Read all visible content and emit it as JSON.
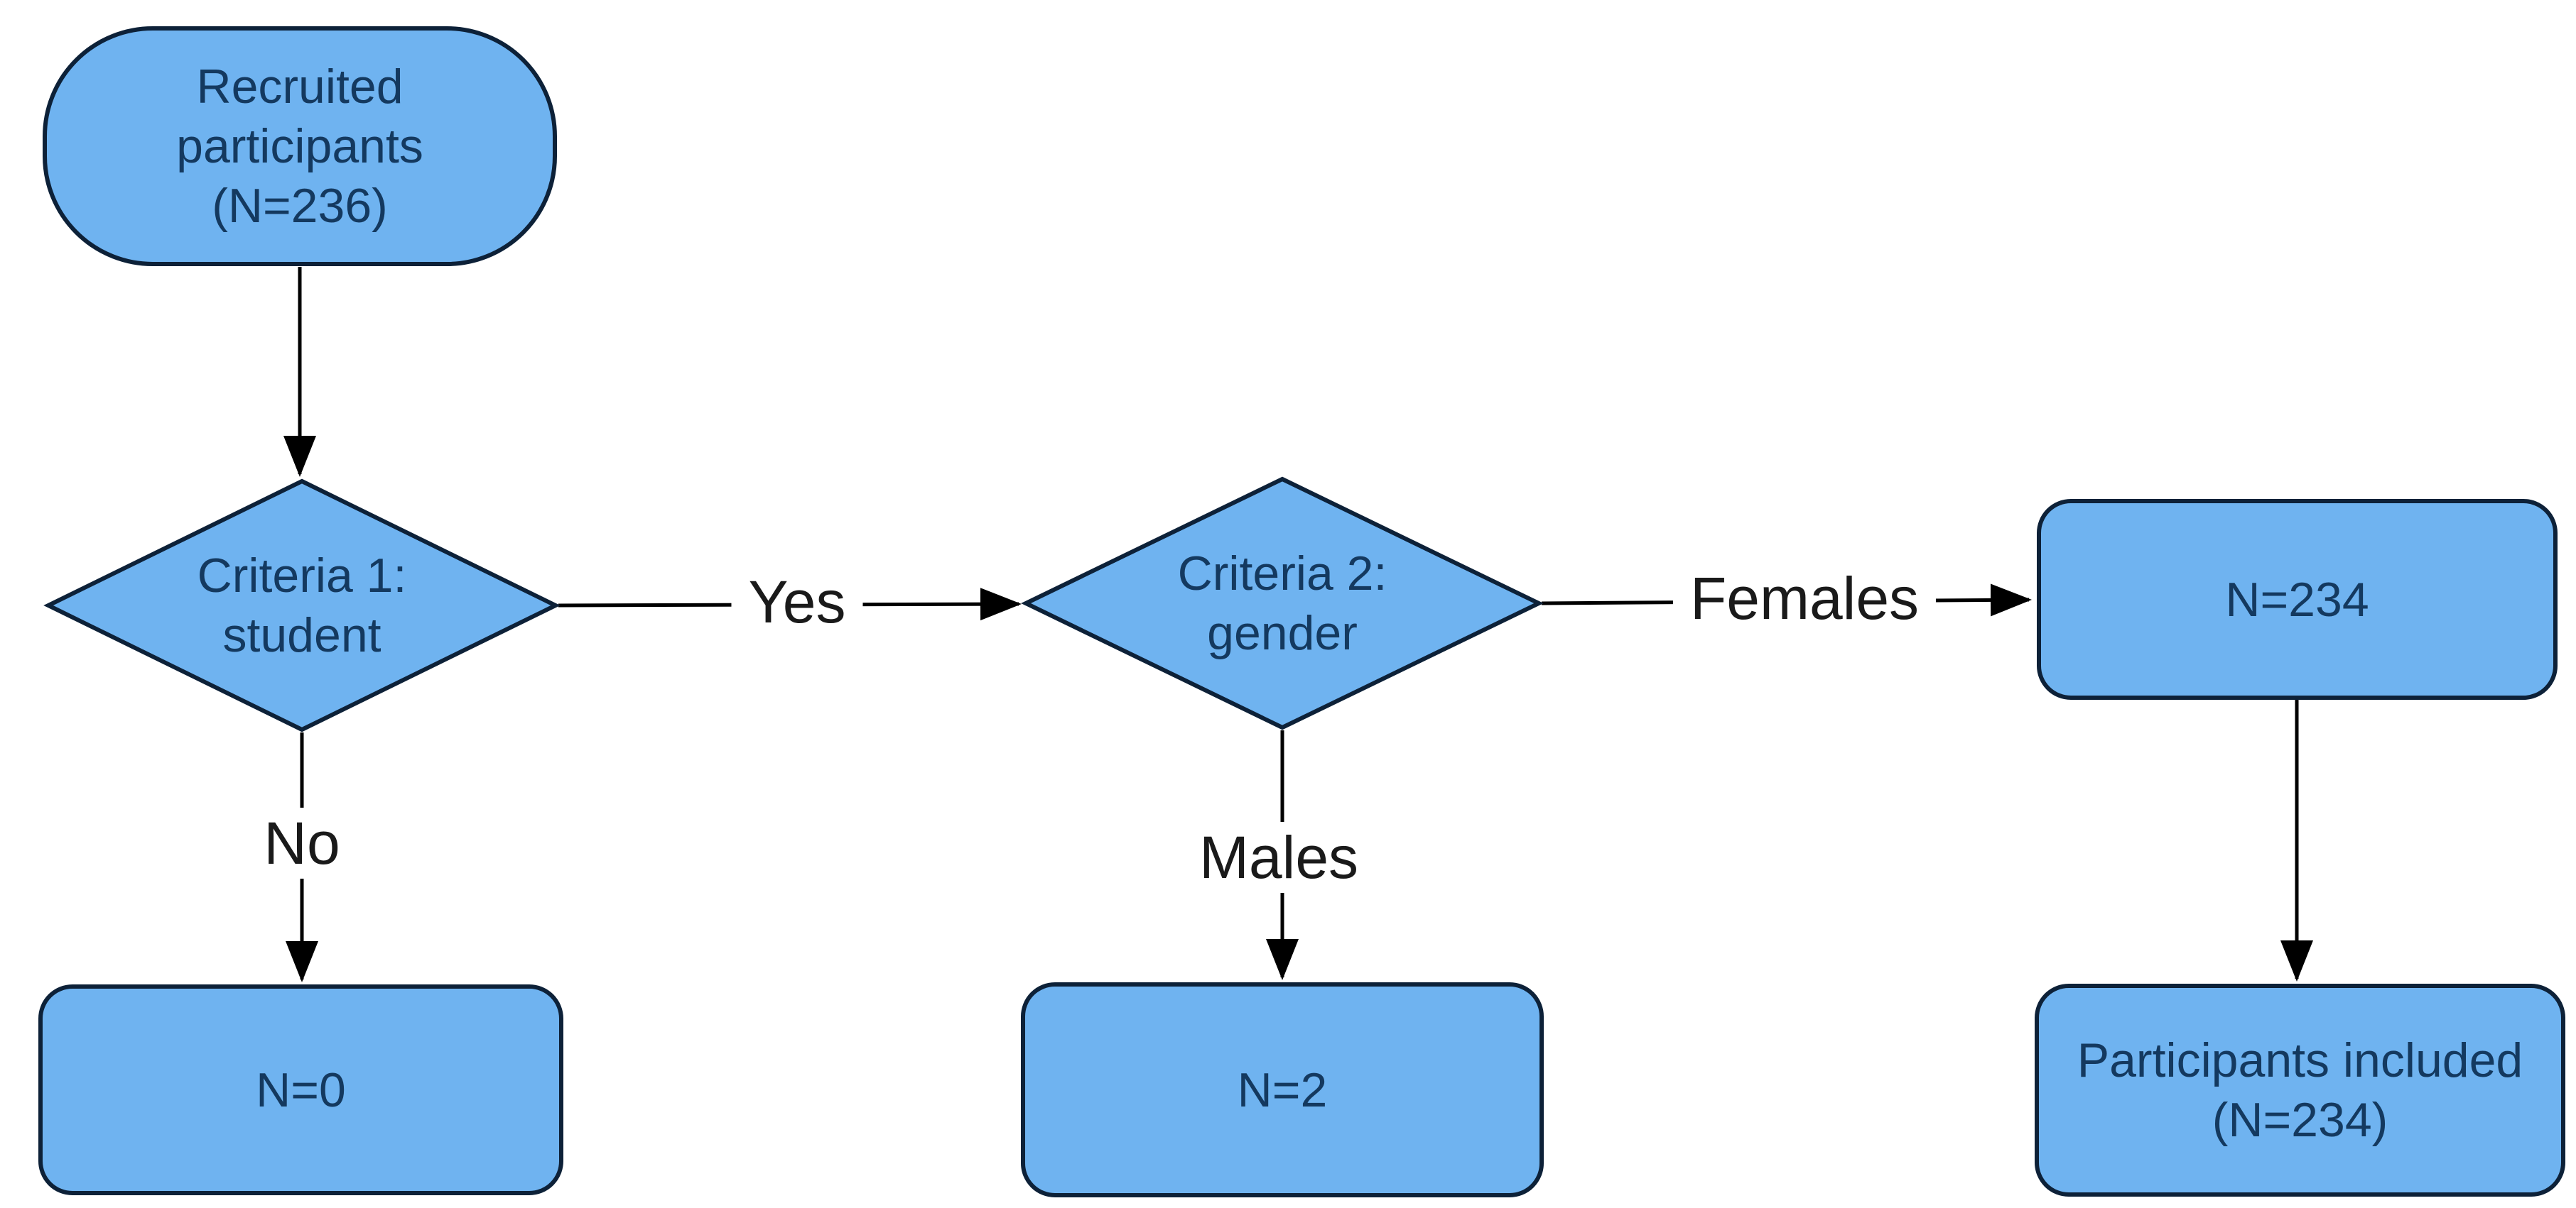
{
  "diagram": {
    "type": "flowchart",
    "nodes": {
      "recruited": {
        "shape": "terminator",
        "line1": "Recruited",
        "line2": "participants",
        "line3": "(N=236)"
      },
      "criteria1": {
        "shape": "decision",
        "line1": "Criteria 1:",
        "line2": "student"
      },
      "criteria2": {
        "shape": "decision",
        "line1": "Criteria 2:",
        "line2": "gender"
      },
      "females_result": {
        "shape": "process",
        "line1": "N=234"
      },
      "no_result": {
        "shape": "process",
        "line1": "N=0"
      },
      "males_result": {
        "shape": "process",
        "line1": "N=2"
      },
      "included": {
        "shape": "process",
        "line1": "Participants included",
        "line2": "(N=234)"
      }
    },
    "edge_labels": {
      "yes": "Yes",
      "no": "No",
      "females": "Females",
      "males": "Males"
    },
    "colors": {
      "shape_fill": "#6FB3F0",
      "shape_border": "#0D2138",
      "shape_text": "#14395F",
      "connector": "#000000",
      "edge_label_text": "#1A1A1A",
      "background": "#FFFFFF"
    }
  }
}
